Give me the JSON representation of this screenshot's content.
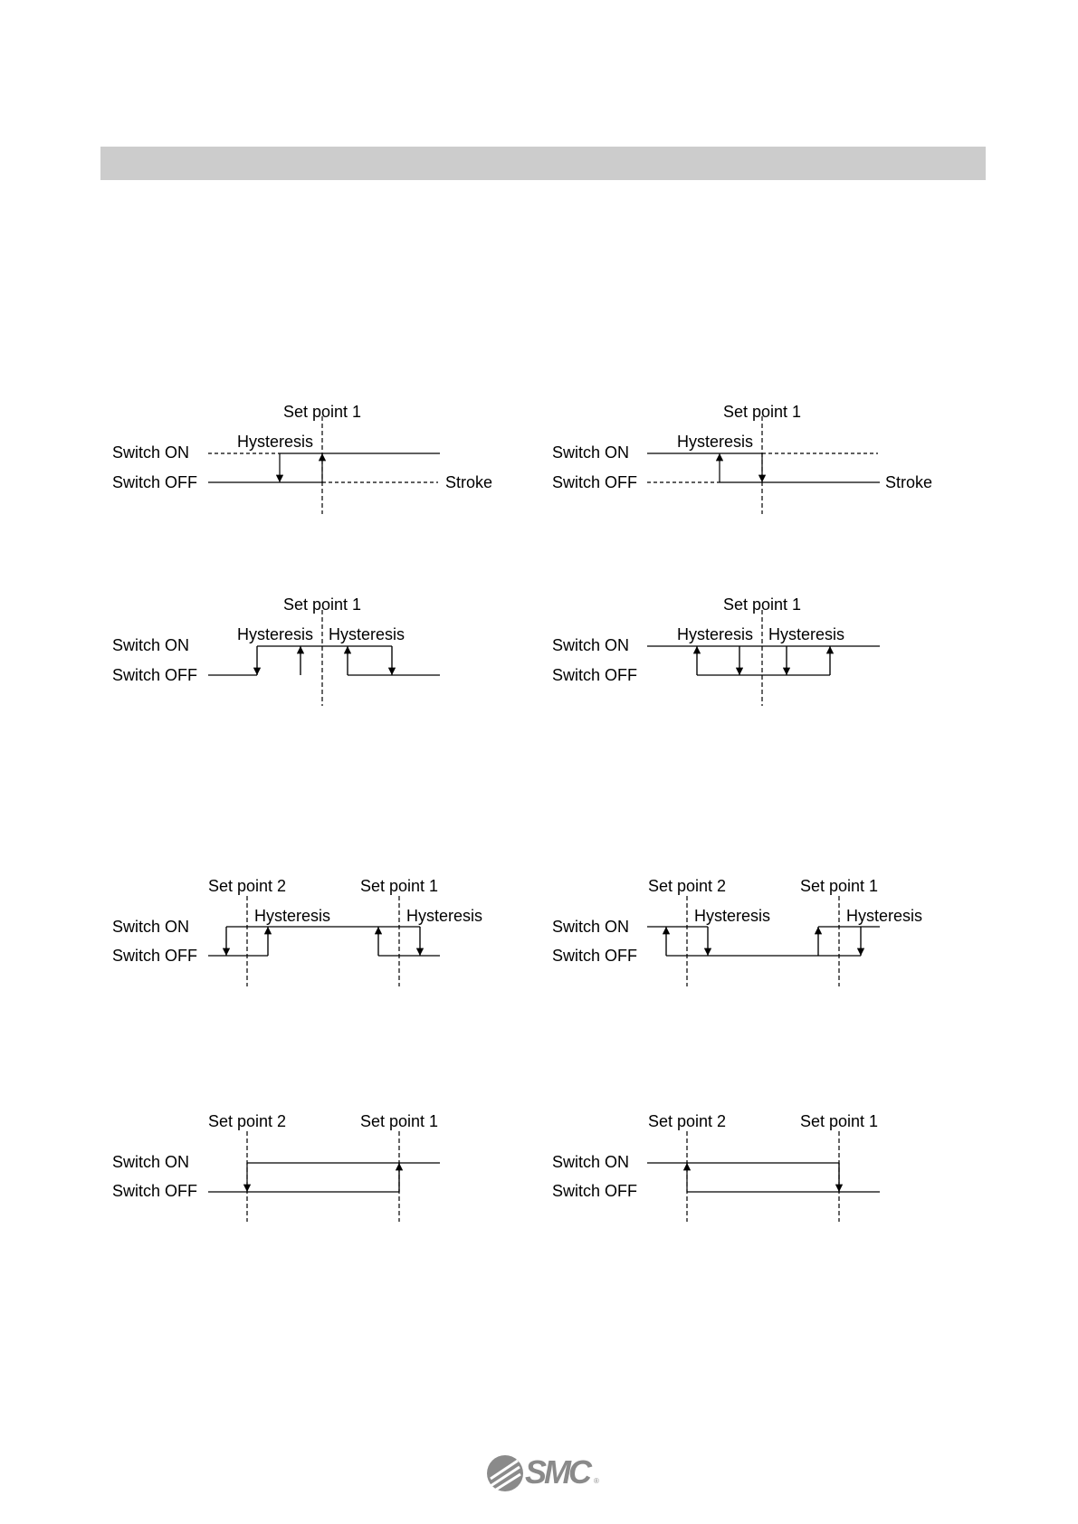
{
  "labels": {
    "set_point_1": "Set point 1",
    "set_point_2": "Set point 2",
    "hysteresis": "Hysteresis",
    "switch_on": "Switch ON",
    "switch_off": "Switch OFF",
    "stroke": "Stroke"
  },
  "footer": {
    "logo_text": "SMC",
    "registered_mark": "®"
  }
}
